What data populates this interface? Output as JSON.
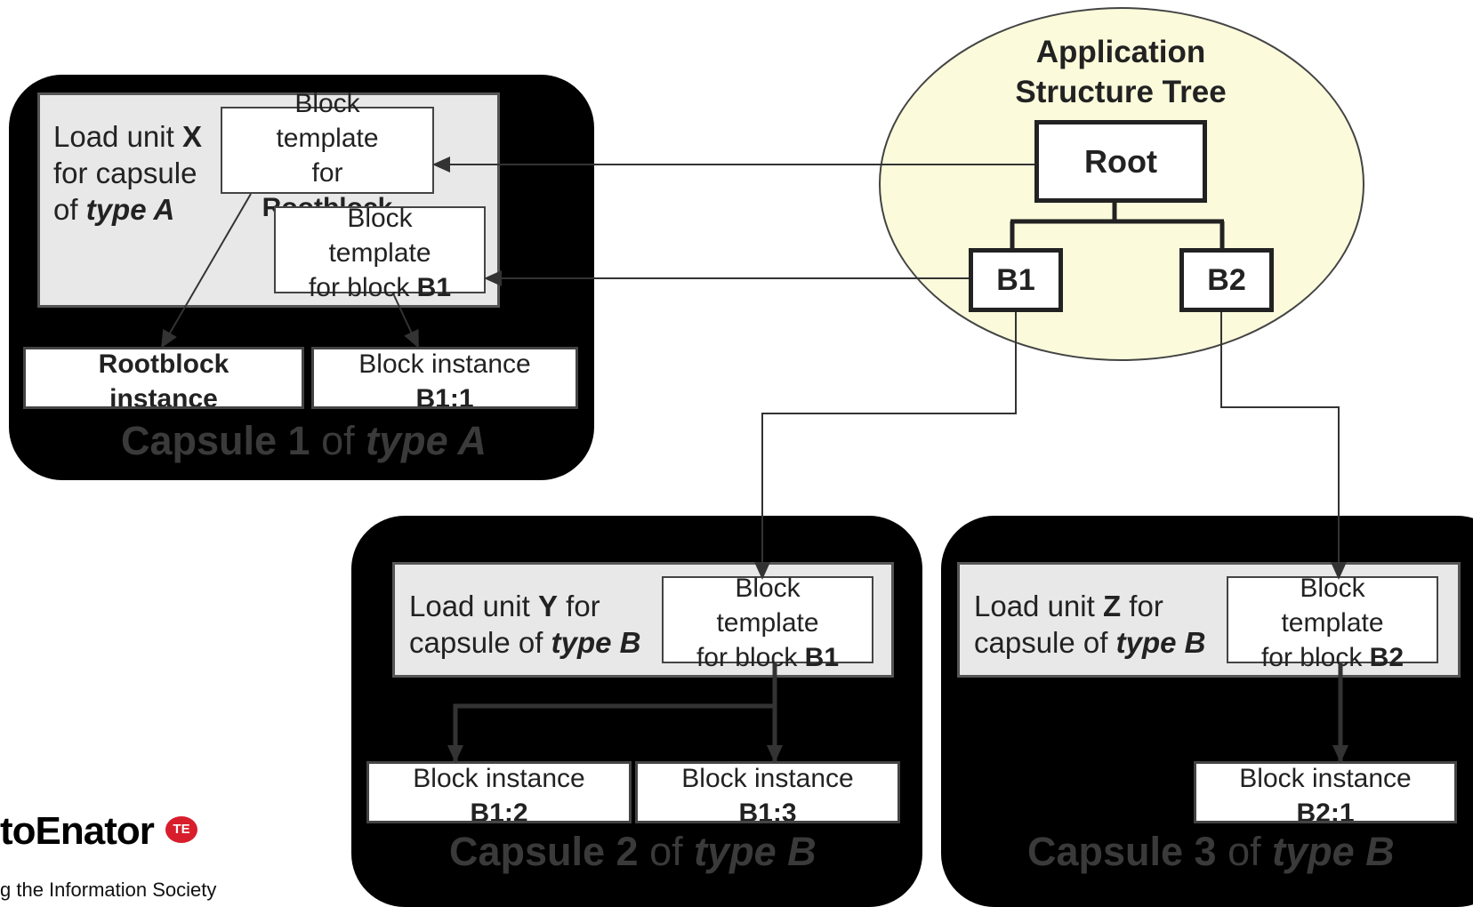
{
  "ast": {
    "title_line1": "Application",
    "title_line2": "Structure Tree",
    "root": "Root",
    "b1": "B1",
    "b2": "B2"
  },
  "capsule1": {
    "label_name": "Capsule 1",
    "label_of": " of ",
    "label_type": "type A",
    "loadunit": {
      "pre": "Load unit ",
      "name": "X",
      "line2": "for capsule",
      "line3_pre": "of ",
      "type": "type A"
    },
    "root_template": {
      "l1": "Block",
      "l2": "template",
      "l3": "for",
      "l4": "Rootblock"
    },
    "b1_template": {
      "l1": "Block",
      "l2": "template",
      "l3_pre": "for block ",
      "block": "B1"
    },
    "root_instance": {
      "l1": "Rootblock",
      "l2": "instance"
    },
    "b1_instance": {
      "l1": "Block instance",
      "l2": "B1:1"
    }
  },
  "capsule2": {
    "label_name": "Capsule 2",
    "label_of": " of ",
    "label_type": "type B",
    "loadunit": {
      "pre": "Load unit ",
      "name": "Y",
      "post": " for",
      "line2_pre": "capsule of ",
      "type": "type B"
    },
    "template": {
      "l1": "Block",
      "l2": "template",
      "l3_pre": "for block ",
      "block": "B1"
    },
    "instance_a": {
      "l1": "Block instance",
      "l2": "B1:2"
    },
    "instance_b": {
      "l1": "Block instance",
      "l2": "B1:3"
    }
  },
  "capsule3": {
    "label_name": "Capsule 3",
    "label_of": " of ",
    "label_type": "type B",
    "loadunit": {
      "pre": "Load unit ",
      "name": "Z",
      "post": " for",
      "line2_pre": "capsule of ",
      "type": "type B"
    },
    "template": {
      "l1": "Block",
      "l2": "template",
      "l3_pre": "for block ",
      "block": "B2"
    },
    "instance": {
      "l1": "Block instance",
      "l2": "B2:1"
    }
  },
  "logo": {
    "text": "toEnator",
    "badge": "TE",
    "tagline": "g the Information Society",
    "brand_color": "#d81e2c"
  },
  "colors": {
    "capsule": "#000000",
    "loadunit": "#e8e8e8",
    "ast_fill": "#fbfbdc",
    "capsule_label": "#3a3a3a"
  }
}
